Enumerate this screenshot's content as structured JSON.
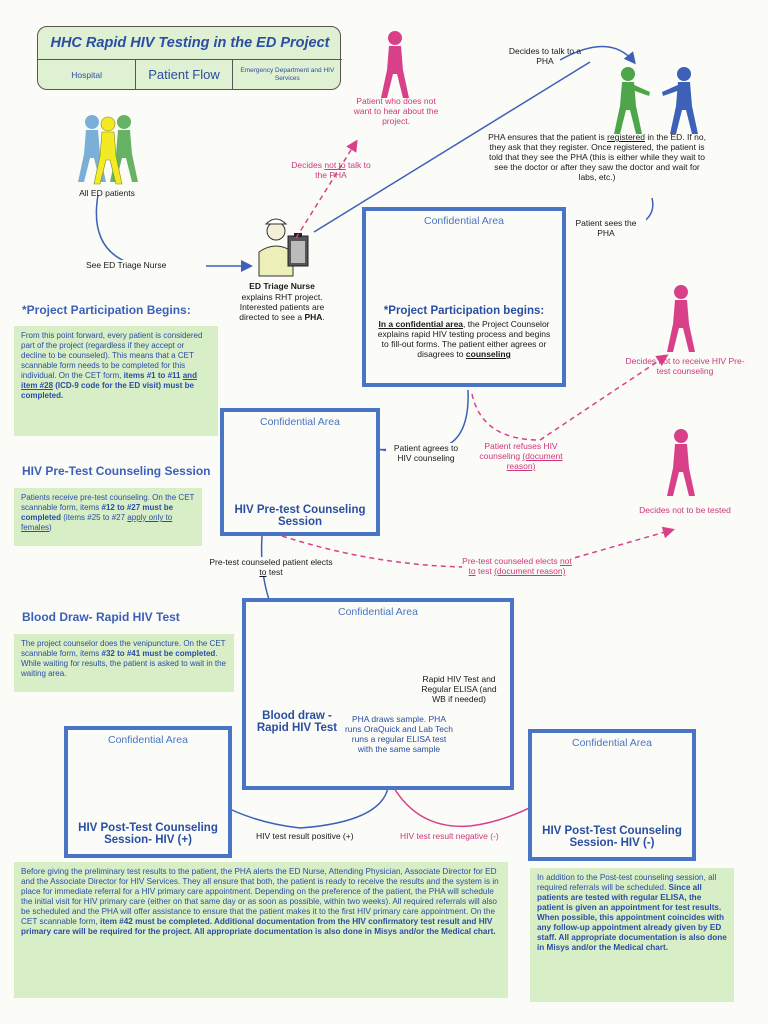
{
  "title_box": {
    "title": "HHC Rapid HIV Testing in the ED Project",
    "cell_left": "Hospital",
    "cell_middle": "Patient Flow",
    "cell_right": "Emergency Department and HIV Services"
  },
  "flow": {
    "all_patients": "All ED patients",
    "see_triage": "See ED Triage Nurse",
    "triage_title": "ED Triage Nurse",
    "triage_text": "explains RHT project. Interested patients are directed to see a",
    "triage_bold": "PHA",
    "not_hear": "Patient who does not want to hear about the project.",
    "decides_not_talk_1": "Decides",
    "decides_not_talk_not": "not to",
    "decides_not_talk_2": "talk to the PHA",
    "decides_talk": "Decides to talk to a PHA",
    "pha_ensures_1": "PHA ensures that the patient is",
    "pha_ensures_reg": "registered",
    "pha_ensures_2": "in the ED. If no, they ask that they register. Once registered, the patient is told that they see the PHA (this is either while they wait to see the doctor or after they saw the doctor and wait for labs, etc.)",
    "patient_sees": "Patient sees the PHA",
    "decides_not_receive": "Decides not to receive HIV Pre-test counseling",
    "decides_not_tested": "Decides not to be tested",
    "agrees": "Patient agrees to HIV counseling",
    "refuses": "Patient refuses HIV counseling",
    "refuses_doc": "(document reason)",
    "elects_test_1": "Pre-test counseled patient elects",
    "elects_test_to": "to",
    "elects_test_2": "test",
    "elects_not_1": "Pre-test counseled elects",
    "elects_not_not": "not to",
    "elects_not_2": "test",
    "elects_not_doc": "(document reason)",
    "result_pos": "HIV test result positive (+)",
    "result_neg": "HIV test result negative (-)"
  },
  "boxes": {
    "conf_label": "Confidential Area",
    "participation_head": "*Project Participation begins:",
    "participation_u": "In a confidential area",
    "participation_text": ", the Project Counselor explains rapid HIV testing process and begins to fill-out forms. The patient either agrees or disagrees to",
    "participation_couns": "counseling",
    "pretest_head": "HIV Pre-test Counseling Session",
    "blood_head": "Blood draw - Rapid HIV Test",
    "pha_draws": "PHA draws sample. PHA runs OraQuick and Lab Tech runs a regular ELISA test with the same sample",
    "rapid_test": "Rapid HIV Test and Regular ELISA (and WB if needed)",
    "post_pos_head": "HIV Post-Test Counseling Session- HIV (+)",
    "post_neg_head": "HIV Post-Test Counseling Session- HIV (-)"
  },
  "left": {
    "h_participation": "*Project Participation Begins:",
    "p_participation_1": "From this point forward, every patient is considered part of the project (regardless if they accept or decline to be counseled). This means that a CET scannable form needs to be completed for this individual. On the CET form,",
    "p_participation_b1": "items #1 to #11",
    "p_participation_b2": "and item #28",
    "p_participation_b3": "(ICD-9 code for the ED visit) must be completed.",
    "h_pretest": "HIV Pre-Test Counseling Session",
    "p_pretest_1": "Patients receive pre-test counseling. On the CET scannable form, items",
    "p_pretest_b": "#12 to #27 must be completed",
    "p_pretest_2": "(items #25 to #27",
    "p_pretest_u": "apply only to females",
    "p_pretest_3": ")",
    "h_blood": "Blood Draw- Rapid HIV Test",
    "p_blood_1": "The project counselor does the venipuncture. On the CET scannable form, items",
    "p_blood_b": "#32 to #41 must be completed",
    "p_blood_2": ". While waiting for results, the patient is asked to wait in the waiting area."
  },
  "bottom": {
    "pos_text": "Before giving the preliminary test results to the patient, the PHA alerts the ED Nurse, Attending Physician, Associate Director for ED and the Associate Director for HIV Services. They all ensure that both, the patient is ready to receive the results and the system is in place for immediate referral for a HIV primary care appointment. Depending on the preference of the patient, the PHA will schedule the initial visit for HIV primary care (either on that same day or as soon as possible, within two weeks). All required referrals will also be scheduled and the PHA will offer assistance to ensure that the patient makes it to the first HIV primary care appointment. On the CET scannable form,",
    "pos_b1": "item #42 must be completed. Additional documentation from the HIV confirmatory test result and HIV primary care will be required for the project. All appropriate documentation is also done in Misys and/or the Medical chart.",
    "neg_text": "In addition to the Post-test counseling session, all required referrals will be scheduled.",
    "neg_b": "Since all patients are tested with regular ELISA, the patient is given an appointment for test results. When possible, this appointment coincides with any follow-up appointment already given by ED staff. All appropriate documentation is also done in Misys and/or the Medical chart."
  },
  "colors": {
    "blue": "#3d60b8",
    "green": "#4ea64a",
    "pink": "#d8418a",
    "panel": "#d8eec6",
    "yellow": "#f2ea22"
  },
  "icons": [
    "person-icon",
    "nurse-icon",
    "clipboard-icon",
    "test-tube-icon",
    "microscope-icon",
    "sample-box-icon"
  ]
}
